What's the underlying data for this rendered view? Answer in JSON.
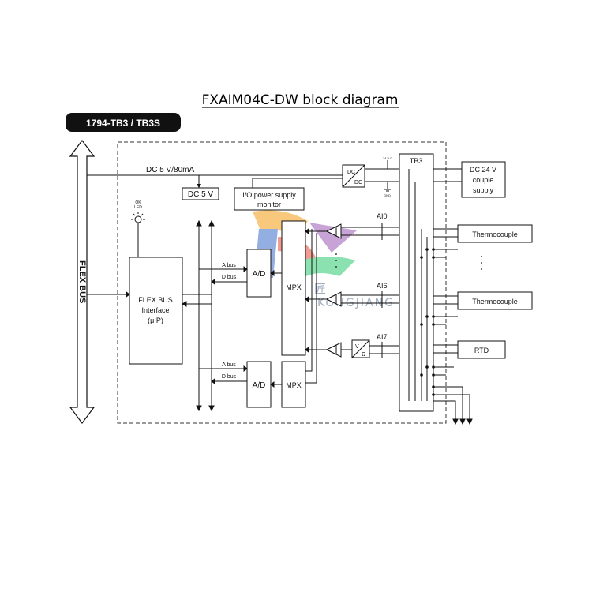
{
  "title": "FXAIM04C-DW block diagram",
  "badge": "1794-TB3 / TB3S",
  "flex_bus_label": "FLEX BUS",
  "power_label": "DC 5 V/80mA",
  "dc5v_label": "DC 5 V",
  "io_power_label_1": "I/O power supply",
  "io_power_label_2": "monitor",
  "dcdc_top": "DC",
  "dcdc_bottom": "DC",
  "tb3_label": "TB3",
  "dc24v_label_1": "DC 24 V",
  "dc24v_label_2": "couple",
  "dc24v_label_3": "supply",
  "ok_led_label_1": "OK",
  "ok_led_label_2": "LED",
  "interface_label_1": "FLEX BUS",
  "interface_label_2": "Interface",
  "interface_label_3": "(μ P)",
  "abus_label": "A bus",
  "dbus_label": "D bus",
  "ad_label": "A/D",
  "mpx_label": "MPX",
  "ch_ai0": "AI0",
  "ch_ai6": "AI6",
  "ch_ai7": "AI7",
  "vo_label_1": "V",
  "vo_label_2": "Ω",
  "thermocouple_label": "Thermocouple",
  "rtd_label": "RTD",
  "small_24v": "24 V D",
  "small_gnd": "GND",
  "watermark_text": "KONGJIANG",
  "watermark_cn": "匠"
}
